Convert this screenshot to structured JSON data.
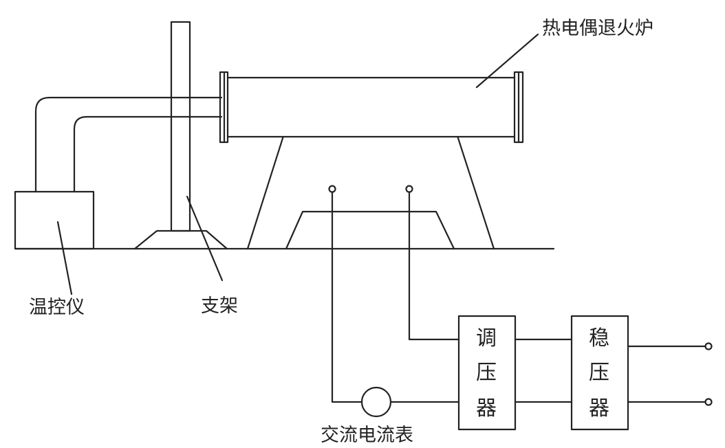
{
  "labels": {
    "furnace": "热电偶退火炉",
    "temp_controller": "温控仪",
    "stand": "支架",
    "ammeter": "交流电流表"
  },
  "regulator": {
    "chars": [
      "调",
      "压",
      "器"
    ]
  },
  "stabilizer": {
    "chars": [
      "稳",
      "压",
      "器"
    ]
  },
  "colors": {
    "line": "#222222",
    "background": "#ffffff"
  }
}
